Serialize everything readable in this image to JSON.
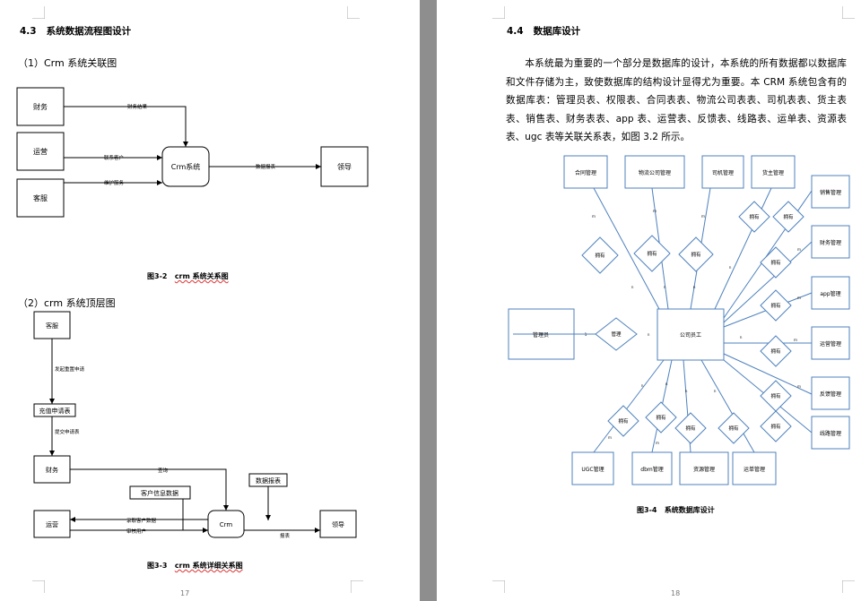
{
  "left_page": {
    "section_number": "4.3",
    "section_title": "系统数据流程图设计",
    "sub1": "（1）Crm 系统关联图",
    "fig1": {
      "boxes": {
        "finance": "财务",
        "ops": "运营",
        "service": "客服",
        "crm": "Crm系统",
        "leader": "领导"
      },
      "flows": {
        "finance_data": "财务结果",
        "contact_customer": "联系客户",
        "service_cost": "维护服务",
        "report": "数据报表"
      }
    },
    "caption1_num": "图3-2",
    "caption1_text": "crm 系统关系图",
    "sub2": "（2）crm 系统顶层图",
    "fig2": {
      "boxes": {
        "service": "客服",
        "recharge": "充值申请表",
        "finance": "财务",
        "customer_info": "客户信息数据",
        "report_data": "数据报表",
        "ops": "运营",
        "crm": "Crm",
        "leader": "领导"
      },
      "flows": {
        "submit_recharge": "发起重置申请",
        "approve": "提交申请表",
        "query": "查询",
        "customer_data": "录取客户数据",
        "approve_customer": "审核用户",
        "report": "报表"
      }
    },
    "caption2_num": "图3-3",
    "caption2_text": "crm 系统详细关系图",
    "page_number": "17"
  },
  "right_page": {
    "section_number": "4.4",
    "section_title": "数据库设计",
    "paragraph": "本系统最为重要的一个部分是数据库的设计，本系统的所有数据都以数据库和文件存储为主，致使数据库的结构设计显得尤为重要。本 CRM 系统包含有的数据库表：管理员表、权限表、合同表表、物流公司表表、司机表表、货主表表、销售表、财务表表、app 表、运营表、反馈表、线路表、运单表、资源表表、ugc 表等关联关系表，如图 3.2 所示。",
    "er": {
      "center": "公司员工",
      "admin": "管理员",
      "admin_rel": "管理",
      "one": "1",
      "n": "n",
      "m": "m",
      "rel": "拥有",
      "entities": {
        "contract": "合同管理",
        "logistics": "物流公司管理",
        "driver": "司机管理",
        "shipper": "货主管理",
        "sales": "销售管理",
        "finance": "财务管理",
        "app": "app管理",
        "ops": "运营管理",
        "feedback": "反馈管理",
        "route": "线路管理",
        "ugc": "UGC管理",
        "dbm": "dbm管理",
        "resource": "资源管理",
        "waybill": "运单管理"
      }
    },
    "caption_num": "图3-4",
    "caption_text": "系统数据库设计",
    "page_number": "18"
  }
}
